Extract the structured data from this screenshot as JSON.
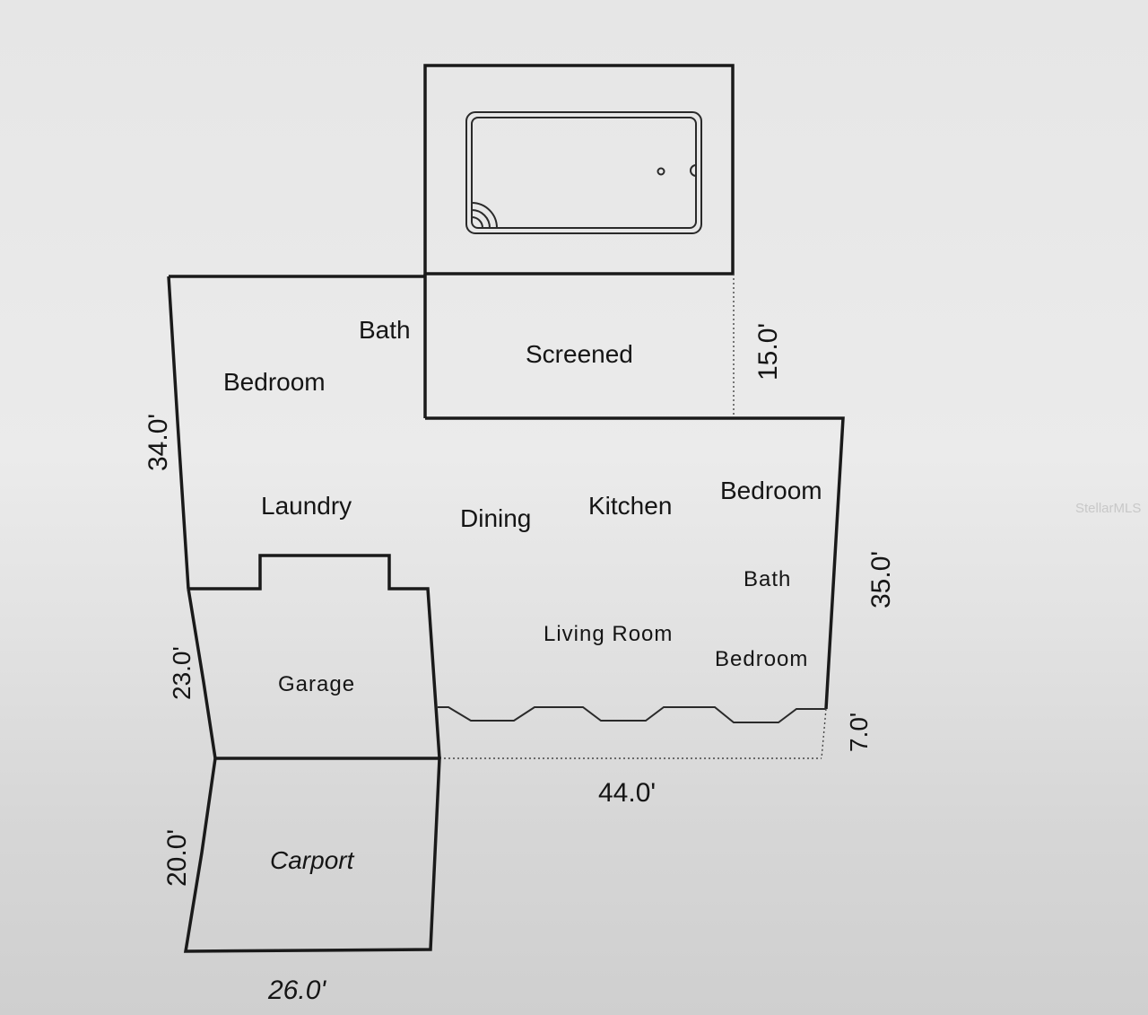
{
  "rooms": {
    "bedroom_left": "Bedroom",
    "bath_top": "Bath",
    "screened": "Screened",
    "laundry": "Laundry",
    "dining": "Dining",
    "kitchen": "Kitchen",
    "bedroom_right": "Bedroom",
    "bath_right": "Bath",
    "living_room": "Living Room",
    "bedroom_lower": "Bedroom",
    "garage": "Garage",
    "carport": "Carport"
  },
  "dimensions": {
    "left_upper": "34.0'",
    "screened_depth": "15.0'",
    "right_side": "35.0'",
    "garage_depth": "23.0'",
    "porch_depth": "7.0'",
    "house_width": "44.0'",
    "carport_depth": "20.0'",
    "carport_width": "26.0'"
  },
  "watermark": "StellarMLS",
  "colors": {
    "lines": "#1a1a1a",
    "paper": "#e6e6e6"
  }
}
